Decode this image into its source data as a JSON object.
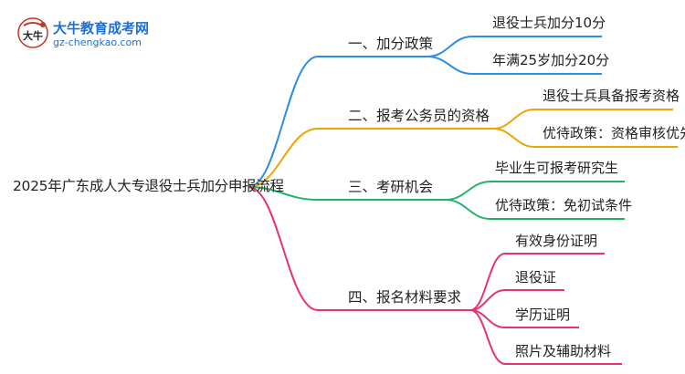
{
  "logo": {
    "site_name": "大牛教育成考网",
    "url": "gz-chengkao.com",
    "mark_text": "大牛"
  },
  "root": {
    "label": "2025年广东成人大专退役士兵加分申报流程"
  },
  "branches": [
    {
      "label": "一、加分政策",
      "color": "#2f8de4",
      "leaves": [
        "退役士兵加分10分",
        "年满25岁加分20分"
      ]
    },
    {
      "label": "二、报考公务员的资格",
      "color": "#f0a400",
      "leaves": [
        "退役士兵具备报考资格",
        "优待政策：资格审核优先"
      ]
    },
    {
      "label": "三、考研机会",
      "color": "#22b36b",
      "leaves": [
        "毕业生可报考研究生",
        "优待政策：免初试条件"
      ]
    },
    {
      "label": "四、报名材料要求",
      "color": "#e8336d",
      "leaves": [
        "有效身份证明",
        "退役证",
        "学历证明",
        "照片及辅助材料"
      ]
    }
  ]
}
